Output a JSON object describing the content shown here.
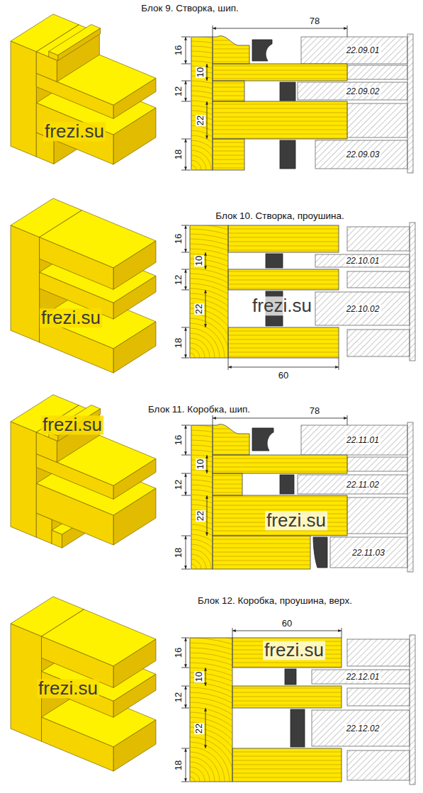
{
  "diagram": {
    "labels": [
      "Блок 9. Створка, шип.",
      "78",
      "16",
      "10",
      "12",
      "22",
      "18",
      "22.09.01",
      "22.09.02",
      "22.09.03",
      "frezi.su",
      "Блок 10. Створка, проушина.",
      "16",
      "10",
      "12",
      "22",
      "18",
      "22.10.01",
      "frezi.su",
      "22.10.02",
      "frezi.su",
      "60",
      "Блок 11. Коробка, шип.",
      "78",
      "frezi.su",
      "16",
      "10",
      "22.11.01",
      "12",
      "22.11.02",
      "frezi.su",
      "22",
      "18",
      "22.11.03",
      "Блок 12. Коробка, проушина, верх.",
      "60",
      "frezi.su",
      "16",
      "10",
      "22.12.01",
      "frezi.su",
      "12",
      "22.12.02",
      "22",
      "18"
    ]
  }
}
